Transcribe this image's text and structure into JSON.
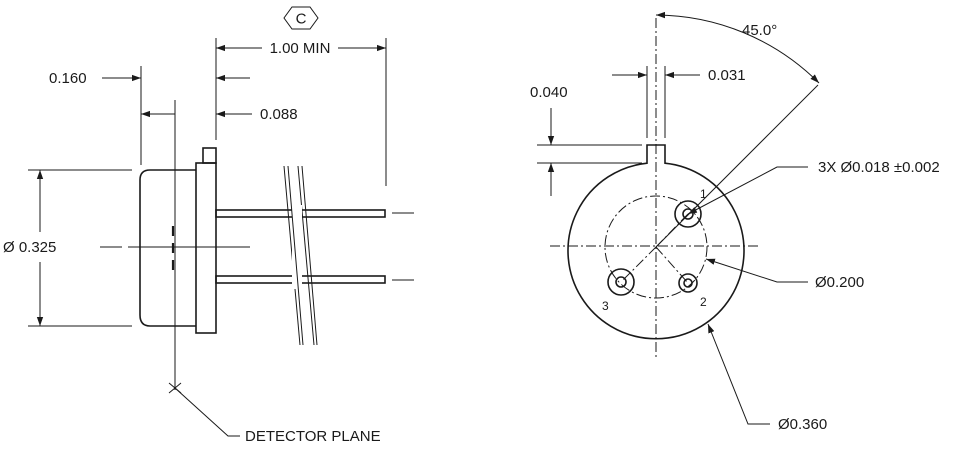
{
  "revision": {
    "letter": "C"
  },
  "side_view": {
    "lead_length": "1.00 MIN",
    "flange_offset": "0.160",
    "flange_thickness": "0.088",
    "body_diameter": "Ø 0.325",
    "detector_plane": "DETECTOR PLANE"
  },
  "end_view": {
    "angle": "45.0°",
    "tab_width": "0.031",
    "tab_height": "0.040",
    "pin_diameter": "3X Ø0.018 ±0.002",
    "pin_circle": "Ø0.200",
    "package_diameter": "Ø0.360",
    "pins": [
      "1",
      "2",
      "3"
    ]
  }
}
